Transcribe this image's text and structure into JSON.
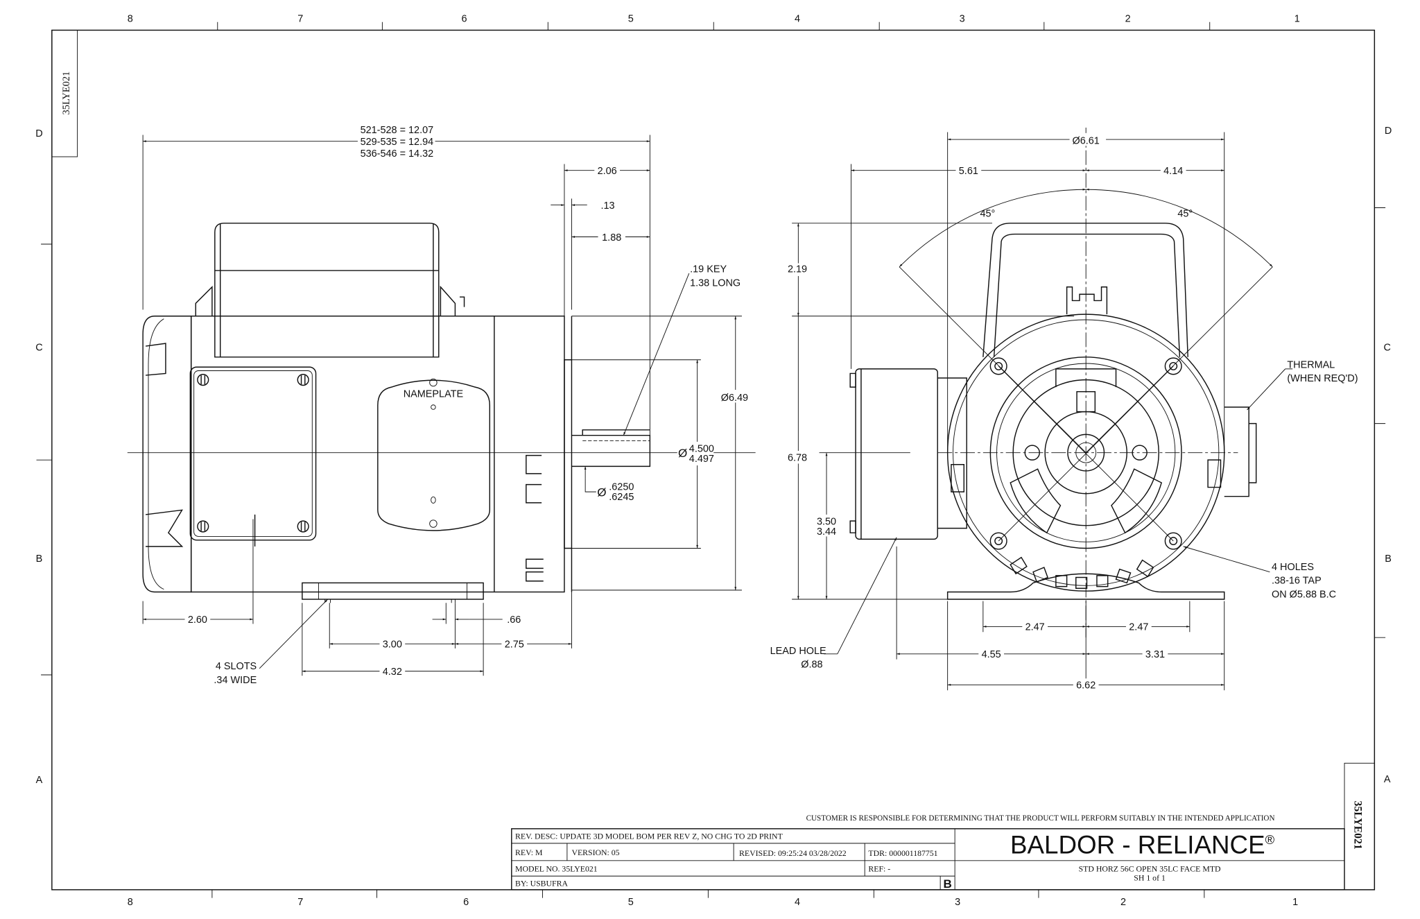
{
  "border": {
    "zones_top": [
      "8",
      "7",
      "6",
      "5",
      "4",
      "3",
      "2",
      "1"
    ],
    "zones_bottom": [
      "8",
      "7",
      "6",
      "5",
      "4",
      "3",
      "2",
      "1"
    ],
    "zones_side": [
      "D",
      "C",
      "B",
      "A"
    ],
    "drawing_number": "35LYE021"
  },
  "side_view": {
    "overall_length": [
      "521-528 = 12.07",
      "529-535 = 12.94",
      "536-546 = 14.32"
    ],
    "dim_206": "2.06",
    "dim_13": ".13",
    "dim_188": "1.88",
    "key": [
      ".19 KEY",
      "1.38 LONG"
    ],
    "diameter_symbol": "Ø",
    "dim_649": "6.49",
    "pilot": [
      "4.500",
      "4.497"
    ],
    "shaft": [
      ".6250",
      ".6245"
    ],
    "nameplate": "NAMEPLATE",
    "dim_260": "2.60",
    "dim_300": "3.00",
    "dim_66": ".66",
    "dim_275": "2.75",
    "dim_432": "4.32",
    "slots": [
      "4 SLOTS",
      ".34 WIDE"
    ]
  },
  "front_view": {
    "dim_661": "6.61",
    "dim_561": "5.61",
    "dim_414": "4.14",
    "angle_left": "45°",
    "angle_right": "45°",
    "dim_219": "2.19",
    "dim_678": "6.78",
    "dim_350": [
      "3.50",
      "3.44"
    ],
    "thermal": [
      "THERMAL",
      "(WHEN REQ'D)"
    ],
    "holes": [
      "4 HOLES",
      ".38-16 TAP",
      "ON Ø5.88 B.C"
    ],
    "lead_hole": [
      "LEAD HOLE",
      "Ø.88"
    ],
    "dim_247_left": "2.47",
    "dim_247_right": "2.47",
    "dim_455": "4.55",
    "dim_331": "3.31",
    "dim_662": "6.62"
  },
  "title_block": {
    "disclaimer": "CUSTOMER IS RESPONSIBLE FOR DETERMINING THAT THE PRODUCT WILL PERFORM SUITABLY IN THE INTENDED APPLICATION",
    "rev_desc": "REV. DESC: UPDATE 3D MODEL BOM PER REV Z, NO CHG TO 2D PRINT",
    "rev": "REV:  M",
    "version": "VERSION:  05",
    "revised": "REVISED:  09:25:24 03/28/2022",
    "tdr": "TDR: 000001187751",
    "model_no": "MODEL NO.  35LYE021",
    "ref": "REF:  -",
    "by": "BY: USBUFRA",
    "size": "B",
    "brand": "BALDOR - RELIANCE",
    "brand_mark": "®",
    "description": "STD HORZ 56C OPEN 35LC FACE MTD",
    "sheet": "SH 1 of 1"
  }
}
